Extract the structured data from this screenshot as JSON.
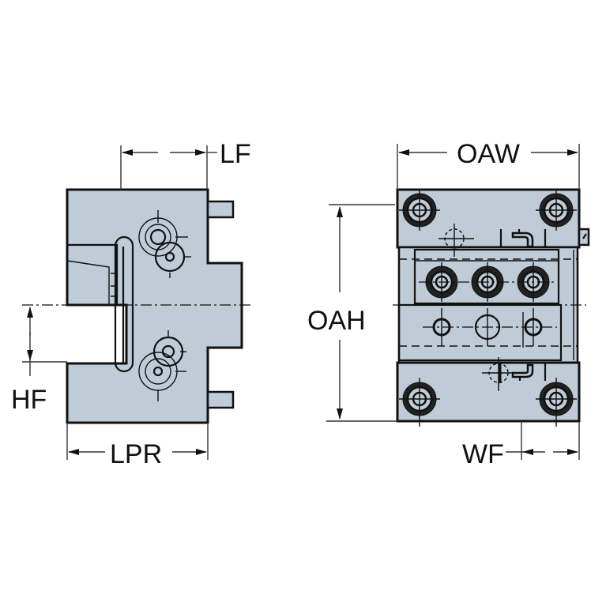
{
  "title": "Tool holder dimension drawing",
  "labels": {
    "lf": "LF",
    "hf": "HF",
    "lpr": "LPR",
    "oaw": "OAW",
    "oah": "OAH",
    "wf": "WF"
  },
  "colors": {
    "body_fill": "#bfcbd6",
    "line": "#111111",
    "background": "#ffffff"
  },
  "icons": {
    "coolant_top": "coolant-tap-icon",
    "coolant_bottom": "coolant-tap-icon"
  }
}
